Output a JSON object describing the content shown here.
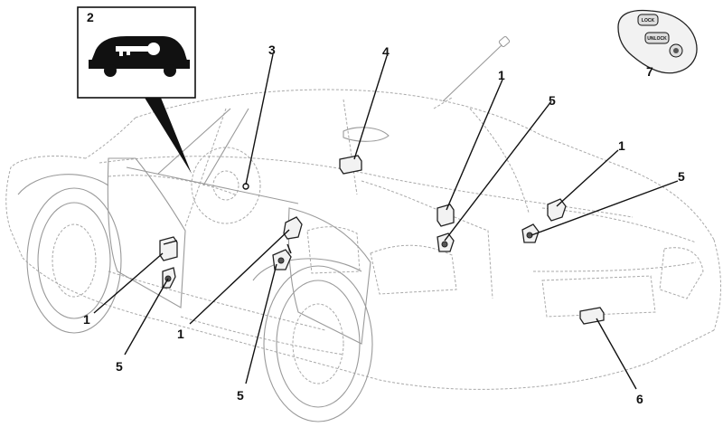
{
  "callouts": [
    {
      "id": "c1a",
      "label": "1"
    },
    {
      "id": "c1b",
      "label": "1"
    },
    {
      "id": "c1c",
      "label": "1"
    },
    {
      "id": "c1d",
      "label": "1"
    },
    {
      "id": "c2",
      "label": "2"
    },
    {
      "id": "c3",
      "label": "3"
    },
    {
      "id": "c4",
      "label": "4"
    },
    {
      "id": "c5a",
      "label": "5"
    },
    {
      "id": "c5b",
      "label": "5"
    },
    {
      "id": "c5c",
      "label": "5"
    },
    {
      "id": "c5d",
      "label": "5"
    },
    {
      "id": "c6",
      "label": "6"
    },
    {
      "id": "c7",
      "label": "7"
    }
  ],
  "remote": {
    "lock_label": "LOCK",
    "unlock_label": "UNLOCK"
  },
  "colors": {
    "line": "#111111",
    "ghost": "#a9a9a9",
    "background": "#ffffff"
  }
}
